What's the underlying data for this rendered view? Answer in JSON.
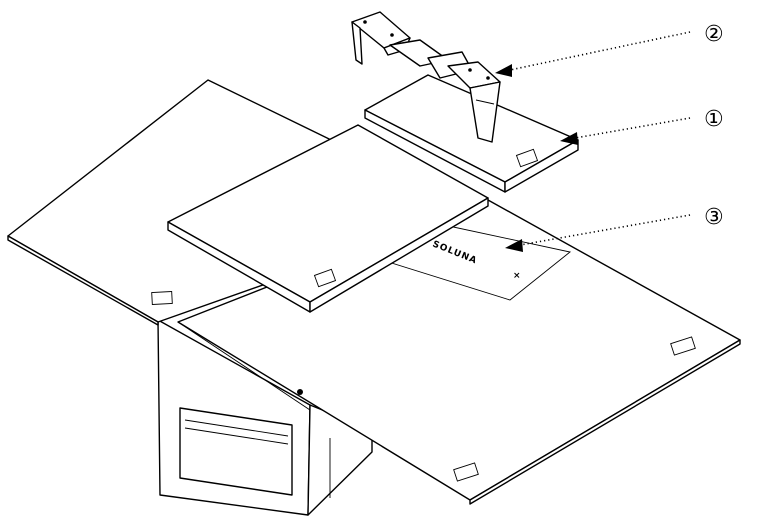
{
  "callouts": [
    {
      "id": "1",
      "label": "①"
    },
    {
      "id": "2",
      "label": "②"
    },
    {
      "id": "3",
      "label": "③"
    }
  ],
  "brand_text": "SOLUNA",
  "mark_text": "×"
}
